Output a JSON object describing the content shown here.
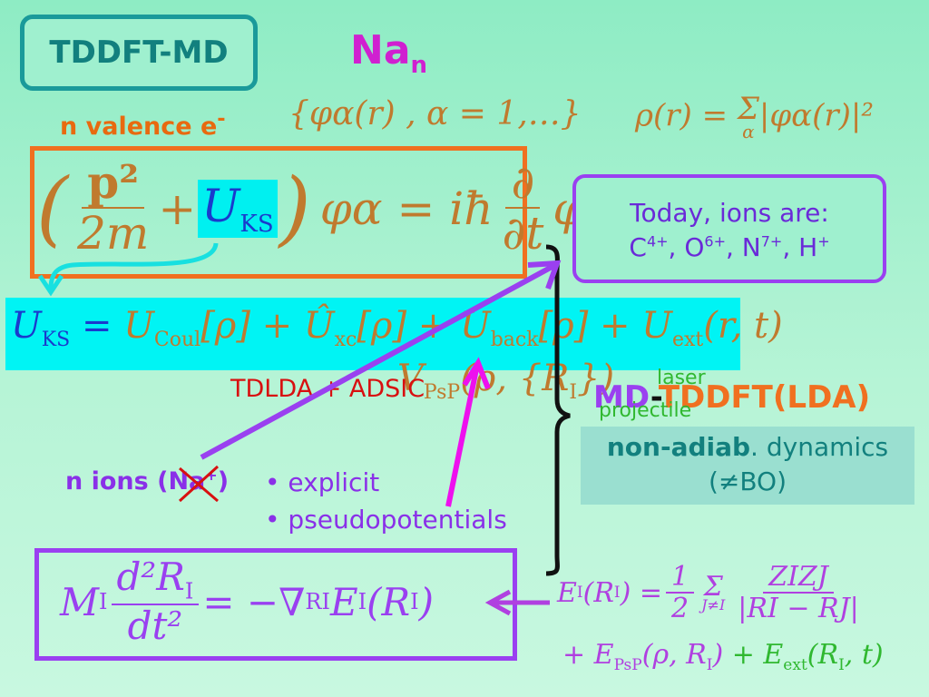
{
  "title": "TDDFT-MD",
  "system": {
    "base": "Na",
    "sub": "n"
  },
  "valence": "n valence e",
  "valence_sup": "-",
  "orbitals_set": "{φα(r) , α = 1,…}",
  "density": {
    "lhs": "ρ(r) = ",
    "sum": "Σ",
    "sum_sub": "α",
    "rhs": "|φα(r)|²"
  },
  "tdks": {
    "p2": "p²",
    "two_m": "2m",
    "plus": "+",
    "U": "U",
    "KS": "KS",
    "rhs1": "φα = iħ",
    "d": "∂",
    "dt": "∂t",
    "rhs2": "φα"
  },
  "uks_eq": {
    "U": "U",
    "KS": "KS",
    "eq": " = ",
    "coul": "U",
    "coul_sub": "Coul",
    "coul_arg": "[ρ] + ",
    "xc": "Û",
    "xc_sub": "xc",
    "xc_arg": "[ρ] + ",
    "back": "U",
    "back_sub": "back",
    "back_arg": "[ρ] + ",
    "ext": "U",
    "ext_sub": "ext",
    "ext_arg": "(r, t)"
  },
  "vpsp": {
    "V": "V",
    "sub": "PsP",
    "arg": "(ρ, {R",
    "argsub": "I",
    "end": "})"
  },
  "tdlda": "TDLDA + ADSIC",
  "ions_box": {
    "line1": "Today, ions are:",
    "ions": [
      {
        "el": "C",
        "ch": "4+",
        "sep": ", "
      },
      {
        "el": "O",
        "ch": "6+",
        "sep": ", "
      },
      {
        "el": "N",
        "ch": "7+",
        "sep": ", "
      },
      {
        "el": "H",
        "ch": "+",
        "sep": ""
      }
    ]
  },
  "laser": "laser",
  "projectile": "projectile",
  "md_tddft": {
    "md": "MD",
    "dash": "-",
    "td": "TDDFT(LDA)"
  },
  "nonadiab": {
    "bold": "non-adiab",
    "rest": ". dynamics",
    "line2": "(≠BO)"
  },
  "nions": {
    "pre": "n ions (Na",
    "sup": "+",
    "post": ")"
  },
  "bullets": [
    "• explicit",
    "• pseudopotentials"
  ],
  "newton": {
    "M": "M",
    "Msub": "I",
    "num": "d²R",
    "numsub": "I",
    "den": "dt²",
    "rhs": " = −∇",
    "nabsub": "RI",
    "E": "E",
    "Esub": "I",
    "arg": "(R",
    "argsub": "I",
    "end": ")"
  },
  "energy1": {
    "E": "E",
    "Esub": "I",
    "arg": "(R",
    "argsub": "I",
    "eq": ") = ",
    "half_num": "1",
    "half_den": "2",
    "sum": "Σ",
    "sum_sub": "J≠I",
    "num": "ZIZJ",
    "den": "|RI − RJ|"
  },
  "energy2": {
    "plus1": "+ E",
    "psp_sub": "PsP",
    "psp_arg": "(ρ, R",
    "psp_argsub": "I",
    "psp_end": ")",
    "plus2": " + E",
    "ext_sub": "ext",
    "ext_arg": "(R",
    "ext_argsub": "I",
    "ext_end": ", t)"
  }
}
